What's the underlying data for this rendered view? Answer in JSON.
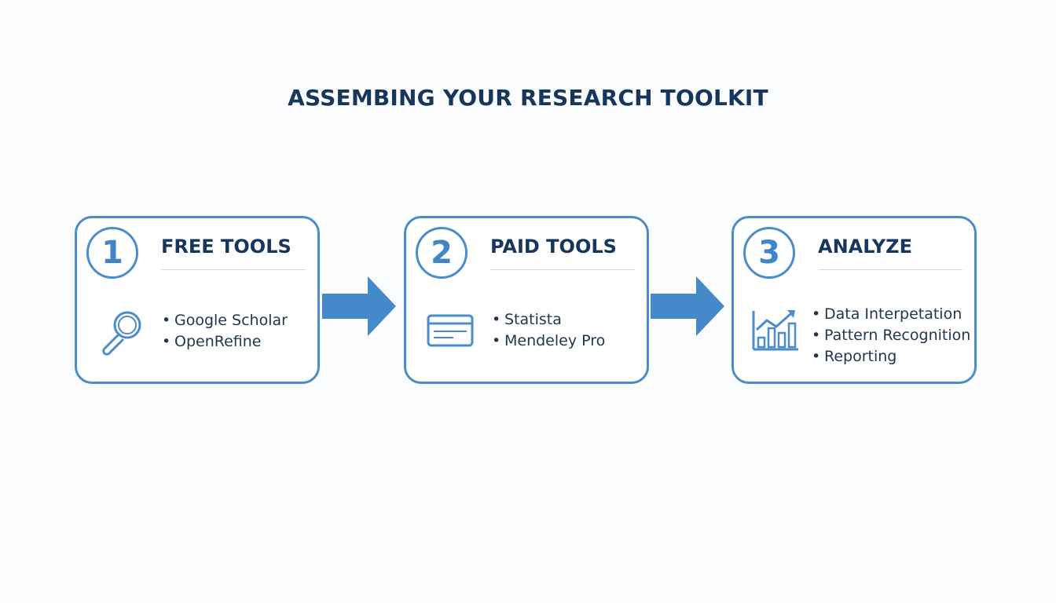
{
  "title": "ASSEMBING YOUR RESEARCH TOOLKIT",
  "colors": {
    "accent": "#4a8ccc",
    "heading": "#17365d",
    "text": "#1f3550"
  },
  "steps": [
    {
      "number": "1",
      "title": "FREE TOOLS",
      "icon": "magnifying-glass-icon",
      "items": [
        "Google Scholar",
        "OpenRefine"
      ]
    },
    {
      "number": "2",
      "title": "PAID TOOLS",
      "icon": "credit-card-icon",
      "items": [
        "Statista",
        "Mendeley Pro"
      ]
    },
    {
      "number": "3",
      "title": "ANALYZE",
      "icon": "bar-chart-growth-icon",
      "items": [
        "Data Interpetation",
        "Pattern Recognition",
        "Reporting"
      ]
    }
  ],
  "bullet_glyph": "•"
}
